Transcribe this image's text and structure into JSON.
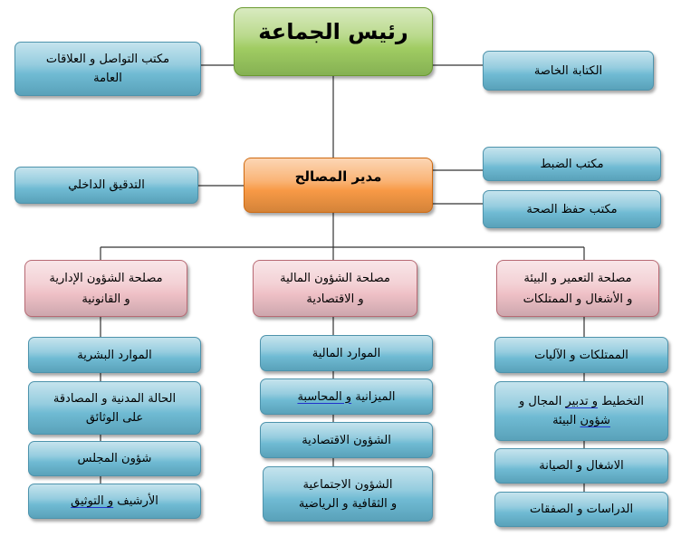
{
  "diagram": {
    "head": {
      "label": "رئيس الجماعة"
    },
    "head_offices": {
      "communication": {
        "lines": [
          "مكتب التواصل و العلاقات",
          "العامة"
        ]
      },
      "private_secretariat": {
        "label": "الكتابة الخاصة"
      }
    },
    "director": {
      "label": "مدير المصالح"
    },
    "director_offices": {
      "registry": {
        "label": "مكتب الضبط"
      },
      "health": {
        "label": "مكتب حفظ الصحة"
      },
      "internal_audit": {
        "label": "التدقيق الداخلي"
      }
    },
    "departments": [
      {
        "lines": [
          "مصلحة الشؤون الإدارية",
          "و القانونية"
        ],
        "units": [
          {
            "lines": [
              [
                "الموارد البشرية"
              ]
            ]
          },
          {
            "lines": [
              [
                "الحالة المدنية و المصادقة"
              ],
              [
                "على الوثائق"
              ]
            ]
          },
          {
            "lines": [
              [
                "شؤون المجلس"
              ]
            ]
          },
          {
            "lines": [
              [
                "الأرشيف",
                "و التوثيق"
              ]
            ]
          }
        ]
      },
      {
        "lines": [
          "مصلحة الشؤون المالية",
          "و الاقتصادية"
        ],
        "units": [
          {
            "lines": [
              [
                "الموارد المالية"
              ]
            ]
          },
          {
            "lines": [
              [
                "الميزانية",
                "و المحاسبة"
              ]
            ]
          },
          {
            "lines": [
              [
                "الشؤون الاقتصادية"
              ]
            ]
          },
          {
            "lines": [
              [
                "الشؤون الاجتماعية"
              ],
              [
                "و الثقافية و الرياضية"
              ]
            ]
          }
        ]
      },
      {
        "lines": [
          "مصلحة التعمير و البيئة",
          "و الأشغال و الممتلكات"
        ],
        "units": [
          {
            "lines": [
              [
                "الممتلكات و الآليات"
              ]
            ]
          },
          {
            "lines": [
              [
                "التخطيط",
                "و تدبير",
                "المجال و"
              ],
              [
                "شؤون",
                "البيئة"
              ]
            ]
          },
          {
            "lines": [
              [
                "الاشغال و الصيانة"
              ]
            ]
          },
          {
            "lines": [
              [
                "الدراسات و الصفقات"
              ]
            ]
          }
        ]
      }
    ]
  },
  "colors": {
    "head": "#9bc95a",
    "director": "#f7943c",
    "department": "#eebdc3",
    "unit": "#68b7d1",
    "connector": "#333333"
  }
}
